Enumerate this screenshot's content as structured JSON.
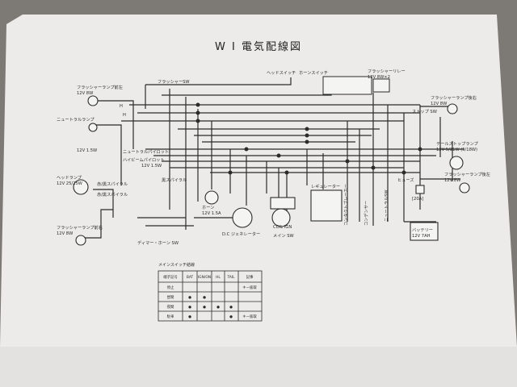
{
  "page": {
    "title": "W I 電気配線図",
    "paper_color": "#eeeeec",
    "ink_color": "#2b2b2b"
  },
  "labels": {
    "flasher_lamp_front_left": "フラッシャーランプ前左",
    "flasher_lamp_front_left_spec": "12V 8W",
    "flasher_sw": "フラッシャーSW",
    "h_bulb": "H",
    "h_switch": "H",
    "neutral_lamp": "ニュートラルランプ",
    "neutral_lamp_spec": "12V 1.5W",
    "neutral_pilot": "ニュートラルパイロット",
    "headlamp": "ヘッドランプ",
    "headlamp_spec": "12V 25/25W",
    "high_beam_pilot": "ハイビームパイロット",
    "high_beam_pilot_spec": "12V 1.5W",
    "red_tube_left": "赤/黒スパイラル",
    "blk_tube": "黒スパイラル",
    "red_tube_right": "赤/黒スパイラル",
    "flasher_lamp_front_right": "フラッシャーランプ前右",
    "flasher_lamp_front_right_spec": "12V 8W",
    "dimmer_horn_sw": "ディマー・ホーン SW",
    "horn": "ホーン",
    "horn_spec": "12V 1.5A",
    "dc_generator": "D.C ジェネレーター",
    "ign_coil": "COIL IGN",
    "main_sw": "メイン SW",
    "top_label_1": "ヘッドスイッチ",
    "top_label_2": "ホーンスイッチ",
    "top_label_3": "フラッシャーリレー",
    "top_label_3_spec": "12V 8W×2",
    "flasher_lamp_rear_right": "フラッシャーランプ後右",
    "flasher_lamp_rear_right_spec": "12V 8W",
    "stop_sw": "ストップ SW",
    "tail_stop_lamp": "テールストップランプ",
    "tail_stop_lamp_spec": "12V 5/21W (5/18W)",
    "flasher_lamp_rear_left": "フラッシャーランプ後左",
    "flasher_lamp_rear_left_spec": "12V 8W",
    "fuse": "ヒューズ",
    "fuse_spec": "[20A]",
    "regulator_cutout": "レギュレーター",
    "contact_breaker": "コンタクトブレーカー",
    "condenser": "コンデンサー",
    "cutout_sw": "ニュートラルSW",
    "battery": "バッテリー",
    "battery_spec": "12V 7AH"
  },
  "switch_table": {
    "caption": "メインスイッチ結線",
    "headers": [
      "端子記号",
      "BAT",
      "IGN/ON",
      "HL",
      "TAIL",
      "記事"
    ],
    "rows": [
      [
        "停止",
        "",
        "",
        "",
        "",
        "キー抜取"
      ],
      [
        "昼間",
        "●",
        "●",
        "",
        "",
        ""
      ],
      [
        "夜間",
        "●",
        "●",
        "●",
        "●",
        ""
      ],
      [
        "駐車",
        "●",
        "",
        "",
        "●",
        "キー抜取"
      ]
    ]
  }
}
